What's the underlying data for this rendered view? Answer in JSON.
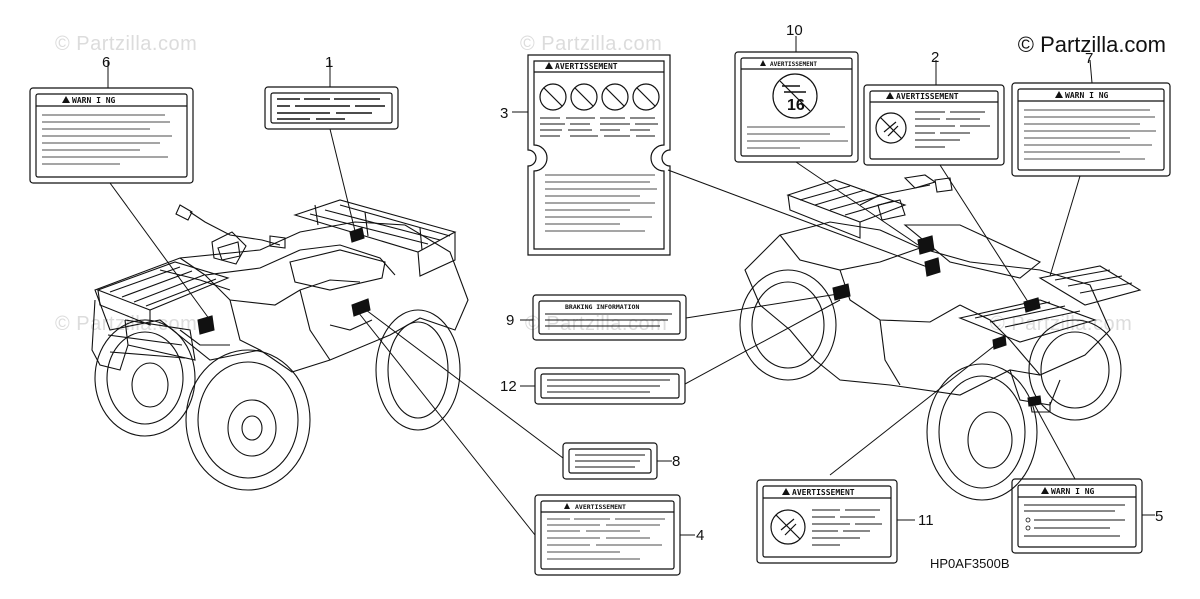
{
  "watermark": "© Partzilla.com",
  "copyright": "© Partzilla.com",
  "drawing_code": "HP0AF3500B",
  "label_texts": {
    "warning": "WARNING",
    "warning_spaced": "WARN I NG",
    "avertissement": "AVERTISSEMENT",
    "braking": "BRAKING INFORMATION",
    "age": "16"
  },
  "callouts": [
    "1",
    "2",
    "3",
    "4",
    "5",
    "6",
    "7",
    "8",
    "9",
    "10",
    "11",
    "12"
  ]
}
